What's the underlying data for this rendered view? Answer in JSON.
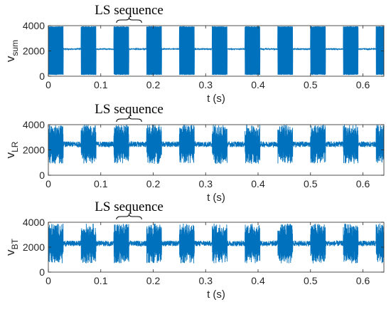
{
  "colors": {
    "signal": "#0072BD",
    "axes": "#262626",
    "annotation": "#000000"
  },
  "chart_data": [
    {
      "type": "line",
      "ylabel_main": "v",
      "ylabel_sub": "sum",
      "xlabel": "t (s)",
      "xlim": [
        0,
        0.64
      ],
      "ylim": [
        0,
        4000
      ],
      "xticks": [
        0,
        0.1,
        0.2,
        0.3,
        0.4,
        0.5,
        0.6
      ],
      "xtick_labels": [
        "0",
        "0.1",
        "0.2",
        "0.3",
        "0.4",
        "0.5",
        "0.6"
      ],
      "yticks": [
        0,
        2000,
        4000
      ],
      "ytick_labels": [
        "0",
        "2000",
        "4000"
      ],
      "waveform": "square-burst",
      "burst_period": 0.0625,
      "burst_width": 0.0285,
      "burst_high": 3950,
      "burst_low": 100,
      "baseline": 2150,
      "baseline_noise": 80,
      "annotation": {
        "text": "LS sequence",
        "t_start": 0.13,
        "t_end": 0.178
      }
    },
    {
      "type": "line",
      "ylabel_main": "v",
      "ylabel_sub": "LR",
      "xlabel": "t (s)",
      "xlim": [
        0,
        0.64
      ],
      "ylim": [
        0,
        4000
      ],
      "xticks": [
        0,
        0.1,
        0.2,
        0.3,
        0.4,
        0.5,
        0.6
      ],
      "xtick_labels": [
        "0",
        "0.1",
        "0.2",
        "0.3",
        "0.4",
        "0.5",
        "0.6"
      ],
      "yticks": [
        0,
        2000,
        4000
      ],
      "ytick_labels": [
        "0",
        "2000",
        "4000"
      ],
      "waveform": "noise-burst",
      "burst_period": 0.0625,
      "burst_width": 0.0285,
      "burst_amplitude": 1550,
      "baseline": 2450,
      "baseline_noise": 220,
      "annotation": {
        "text": "LS sequence",
        "t_start": 0.13,
        "t_end": 0.178
      }
    },
    {
      "type": "line",
      "ylabel_main": "v",
      "ylabel_sub": "BT",
      "xlabel": "t (s)",
      "xlim": [
        0,
        0.64
      ],
      "ylim": [
        0,
        4000
      ],
      "xticks": [
        0,
        0.1,
        0.2,
        0.3,
        0.4,
        0.5,
        0.6
      ],
      "xtick_labels": [
        "0",
        "0.1",
        "0.2",
        "0.3",
        "0.4",
        "0.5",
        "0.6"
      ],
      "yticks": [
        0,
        2000,
        4000
      ],
      "ytick_labels": [
        "0",
        "2000",
        "4000"
      ],
      "waveform": "noise-burst",
      "burst_period": 0.0625,
      "burst_width": 0.0285,
      "burst_amplitude": 1600,
      "baseline": 2300,
      "baseline_noise": 220,
      "annotation": {
        "text": "LS sequence",
        "t_start": 0.13,
        "t_end": 0.178
      }
    }
  ]
}
